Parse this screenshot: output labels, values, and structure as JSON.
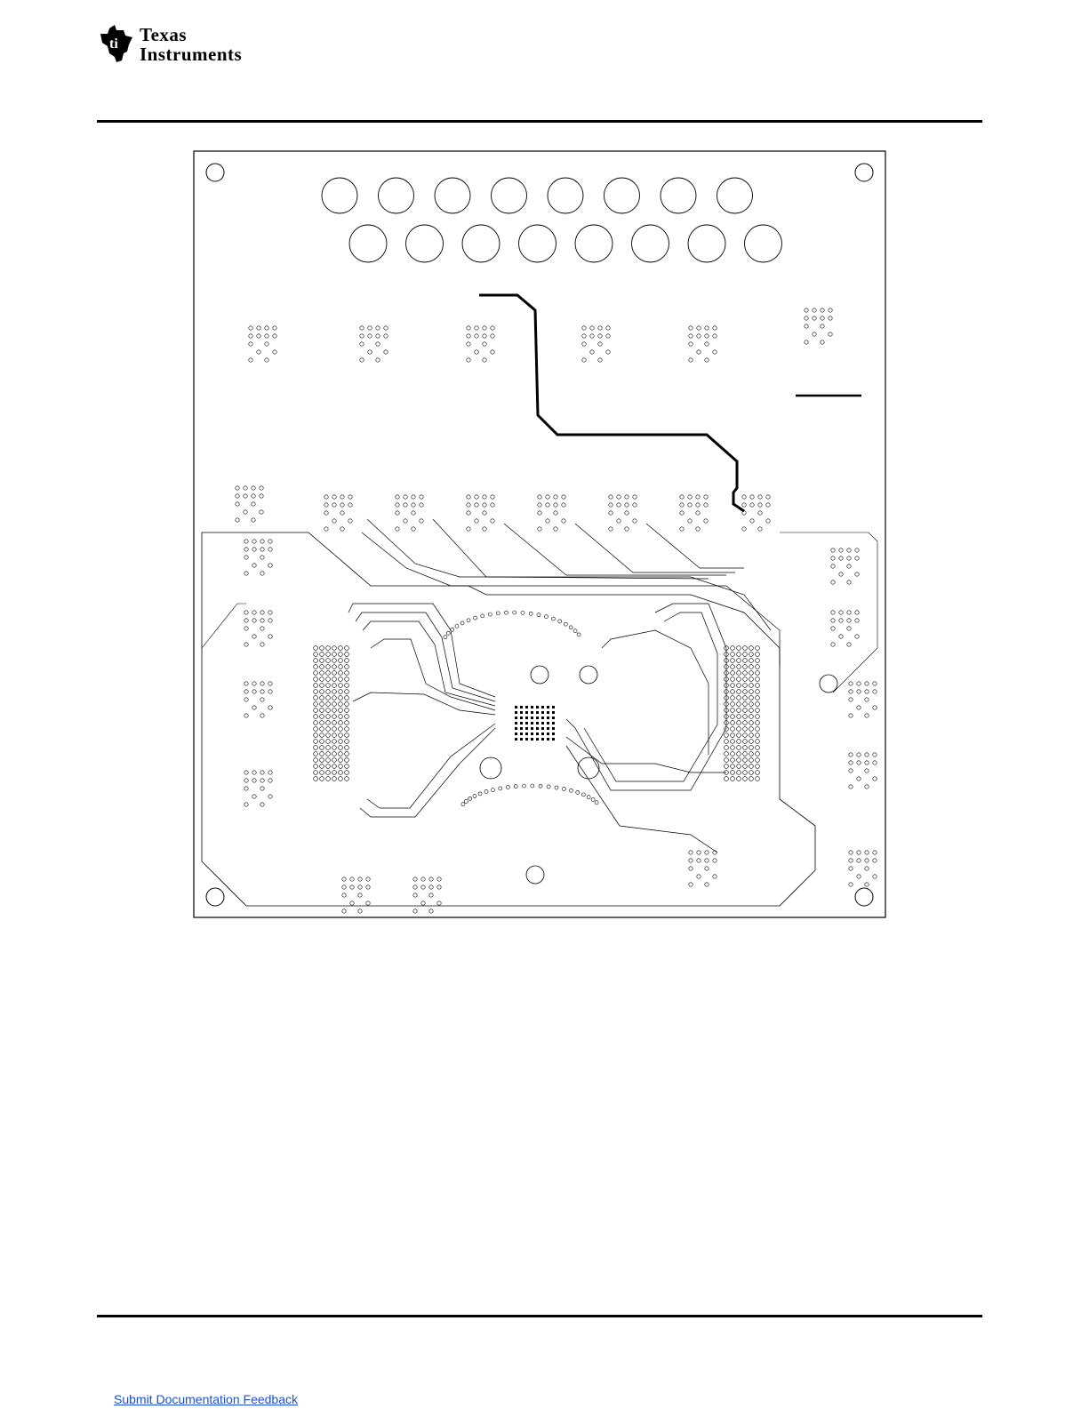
{
  "header": {
    "brand_line1": "Texas",
    "brand_line2": "Instruments",
    "logo_icon": "ti-state-logo-icon"
  },
  "figure": {
    "kind": "pcb-layer-layout"
  },
  "footer": {
    "link_text": "Submit Documentation Feedback"
  },
  "colors": {
    "ink": "#000000",
    "link": "#1a4fd6",
    "paper": "#ffffff"
  }
}
